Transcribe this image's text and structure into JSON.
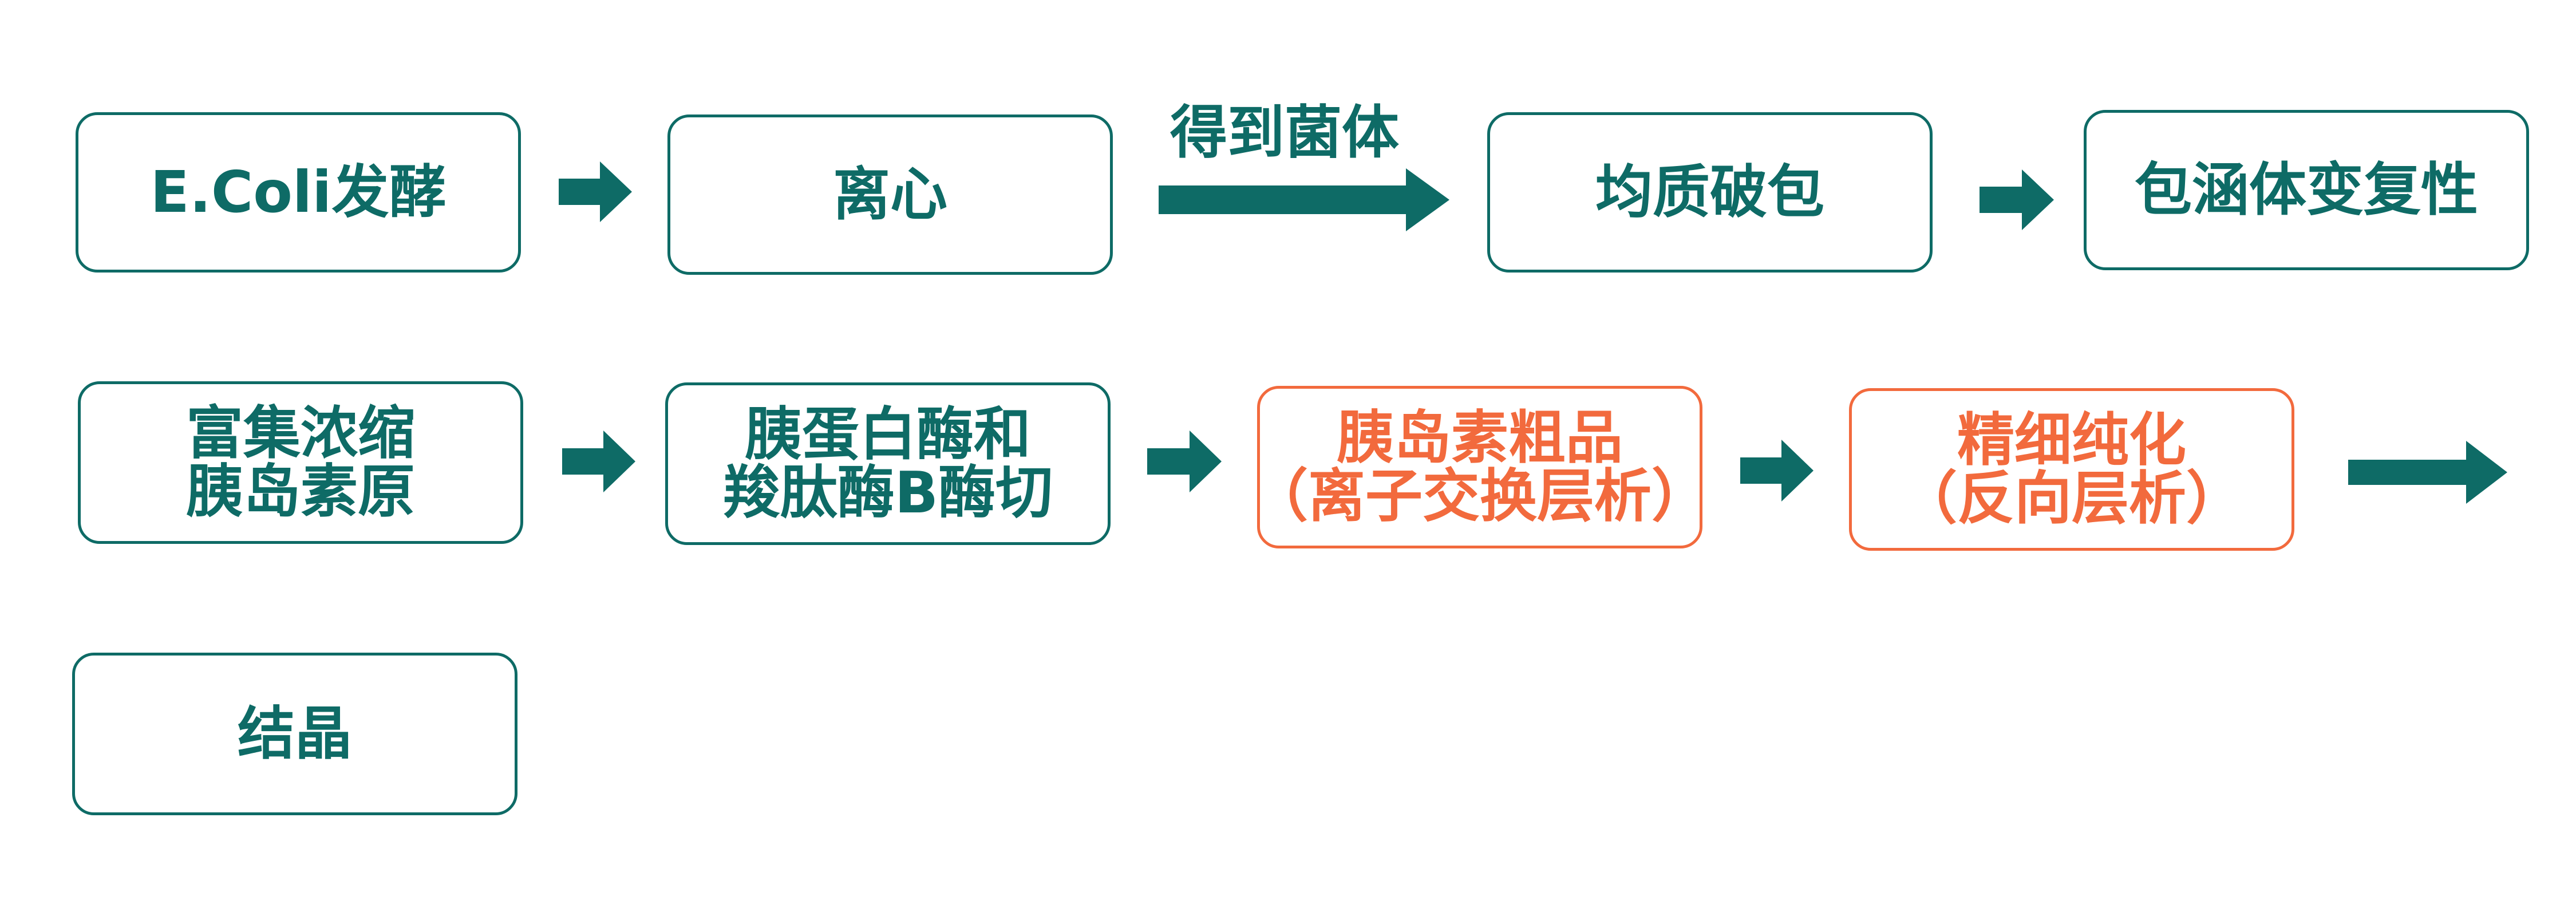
{
  "colors": {
    "primary": "#0e6b66",
    "highlight": "#f26a3d",
    "background": "#ffffff"
  },
  "nodes": [
    {
      "id": "ecoli-fermentation",
      "lines": [
        "E.Coli发酵"
      ],
      "highlight": false
    },
    {
      "id": "centrifugation",
      "lines": [
        "离心"
      ],
      "highlight": false
    },
    {
      "id": "homogenization",
      "lines": [
        "均质破包"
      ],
      "highlight": false
    },
    {
      "id": "inclusion-body-refolding",
      "lines": [
        "包涵体变复性"
      ],
      "highlight": false
    },
    {
      "id": "enrich-concentrate",
      "lines": [
        "富集浓缩",
        "胰岛素原"
      ],
      "highlight": false
    },
    {
      "id": "enzyme-cleavage",
      "lines": [
        "胰蛋白酶和",
        "羧肽酶B酶切"
      ],
      "highlight": false
    },
    {
      "id": "crude-insulin",
      "lines": [
        "胰岛素粗品",
        "（离子交换层析）"
      ],
      "highlight": true
    },
    {
      "id": "fine-purification",
      "lines": [
        "精细纯化",
        "（反向层析）"
      ],
      "highlight": true
    },
    {
      "id": "crystallization",
      "lines": [
        "结晶"
      ],
      "highlight": false
    }
  ],
  "edges": [
    {
      "from": "ecoli-fermentation",
      "to": "centrifugation",
      "label": ""
    },
    {
      "from": "centrifugation",
      "to": "homogenization",
      "label": "得到菌体"
    },
    {
      "from": "homogenization",
      "to": "inclusion-body-refolding",
      "label": ""
    },
    {
      "from": "enrich-concentrate",
      "to": "enzyme-cleavage",
      "label": ""
    },
    {
      "from": "enzyme-cleavage",
      "to": "crude-insulin",
      "label": ""
    },
    {
      "from": "crude-insulin",
      "to": "fine-purification",
      "label": ""
    },
    {
      "from": "fine-purification",
      "to": "crystallization",
      "label": ""
    }
  ]
}
